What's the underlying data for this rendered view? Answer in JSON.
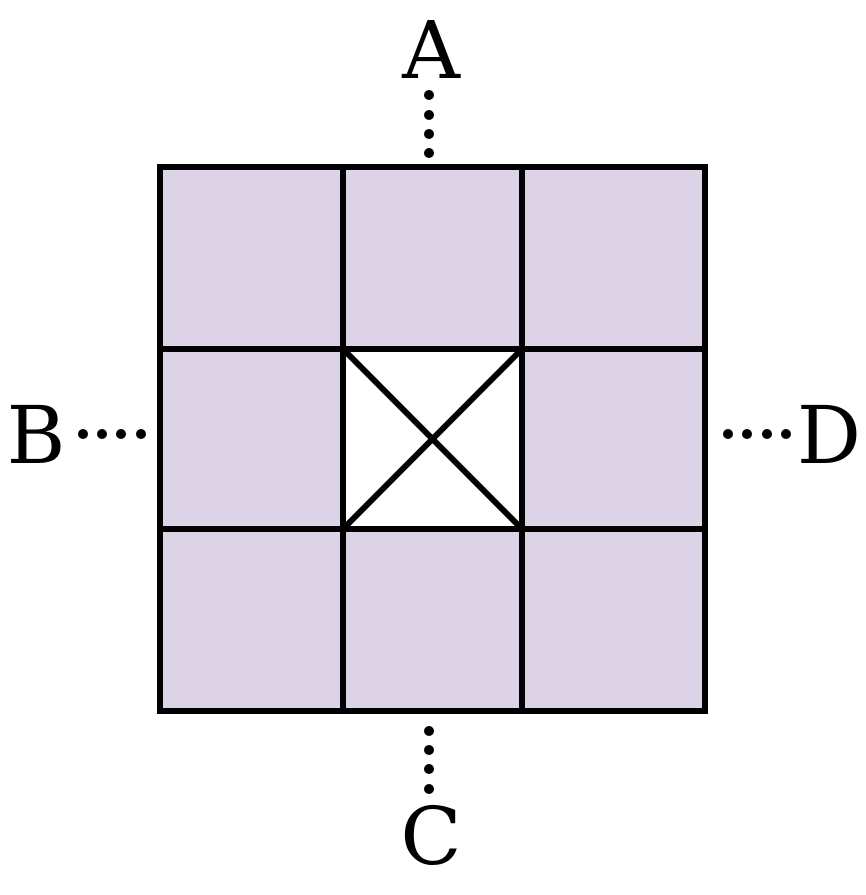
{
  "diagram": {
    "labels": {
      "top": "A",
      "left": "B",
      "bottom": "C",
      "right": "D"
    },
    "grid": {
      "rows": 3,
      "cols": 3,
      "center_cell_marked": true,
      "center_mark": "X"
    },
    "colors": {
      "cell_fill": "#ddd3e6",
      "center_fill": "#ffffff",
      "line": "#000000"
    }
  }
}
